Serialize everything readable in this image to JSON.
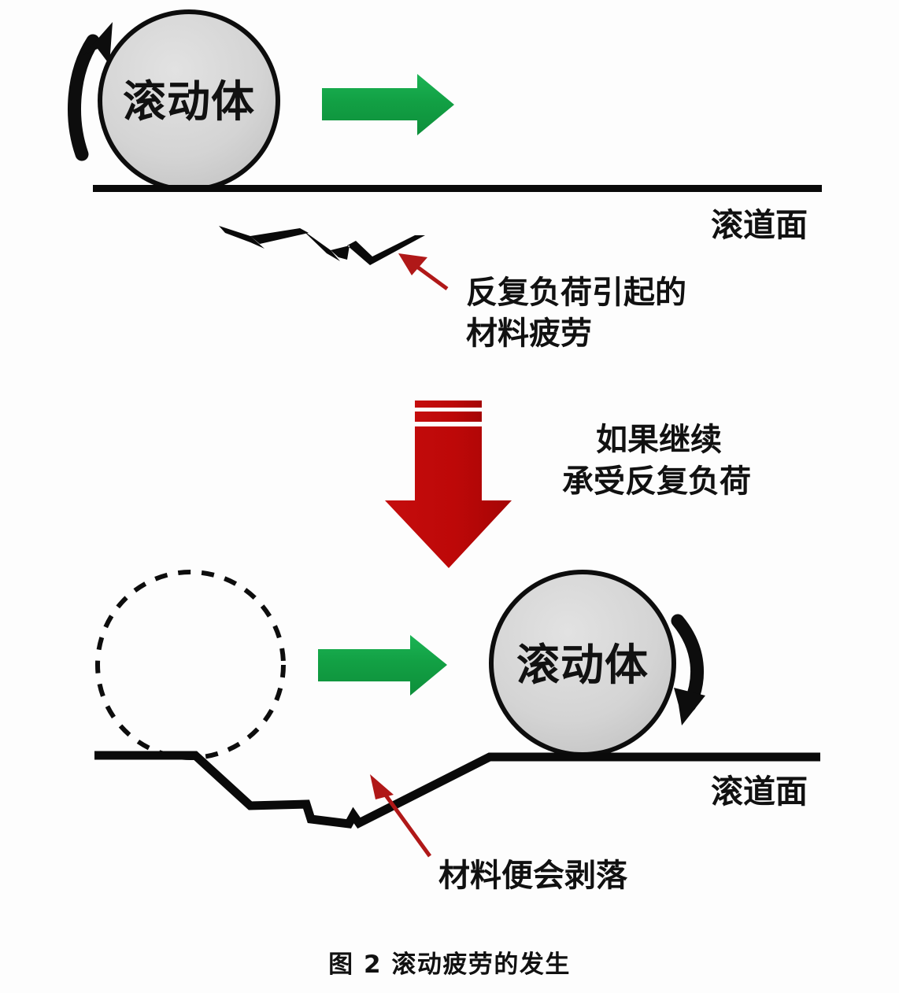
{
  "figure": {
    "caption": "图 2  滚动疲劳的发生",
    "background_color": "#fdfdfd"
  },
  "colors": {
    "ball_fill": "#d2d2d2",
    "ball_stroke": "#0d0d0d",
    "raceway": "#0a0a0a",
    "green_arrow": "#13a346",
    "red_arrow": "#c00b0b",
    "red_pointer": "#b01818",
    "text": "#111111"
  },
  "stage_top": {
    "ball_label": "滚动体",
    "raceway_label": "滚道面",
    "rotation_icon": "rotation-ccw-arrow-icon",
    "travel_icon": "green-right-arrow-icon",
    "crack_icon": "fatigue-crack-icon",
    "pointer_icon": "red-pointer-arrow-icon",
    "annotation_line1": "反复负荷引起的",
    "annotation_line2": "材料疲劳"
  },
  "transition": {
    "down_arrow_icon": "red-down-arrow-icon",
    "note_line1": "如果继续",
    "note_line2": "承受反复负荷"
  },
  "stage_bottom": {
    "ghost_ball_icon": "dashed-ghost-ball-icon",
    "ball_label": "滚动体",
    "raceway_label": "滚道面",
    "rotation_icon": "rotation-cw-arrow-icon",
    "travel_icon": "green-right-arrow-icon",
    "spall_icon": "spalled-raceway-icon",
    "pointer_icon": "red-pointer-arrow-icon",
    "annotation": "材料便会剥落"
  }
}
